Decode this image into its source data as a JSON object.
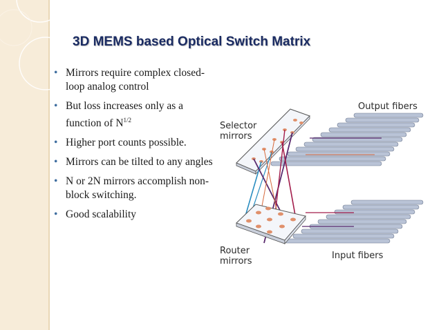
{
  "slide": {
    "title": "3D MEMS based Optical Switch Matrix",
    "bullets": [
      {
        "text": "Mirrors require complex closed-loop analog control",
        "sup": ""
      },
      {
        "text": "But loss increases only as a function of N",
        "sup": "1/2"
      },
      {
        "text": "Higher port counts possible.",
        "sup": ""
      },
      {
        "text": "Mirrors can be tilted to any angles",
        "sup": ""
      },
      {
        "text": "N or 2N mirrors accomplish non-block switching.",
        "sup": ""
      },
      {
        "text": "Good scalability",
        "sup": ""
      }
    ],
    "bullet_glyph": "•"
  },
  "diagram": {
    "labels": {
      "output_fibers": "Output fibers",
      "selector_line1": "Selector",
      "selector_line2": "mirrors",
      "router_line1": "Router",
      "router_line2": "mirrors",
      "input_fibers": "Input fibers"
    },
    "colors": {
      "fiber_body": "#b9c3d6",
      "fiber_edge": "#6b778e",
      "mirror": "#e0906b",
      "beam_blue": "#2a8dc0",
      "beam_purple": "#5a2a6e",
      "beam_red": "#a21c4a",
      "beam_orange": "#d66a3d"
    }
  },
  "theme": {
    "title_color": "#1a2b62",
    "side_panel": "#f7ecd9",
    "bullet_color": "#3f6ea0"
  }
}
